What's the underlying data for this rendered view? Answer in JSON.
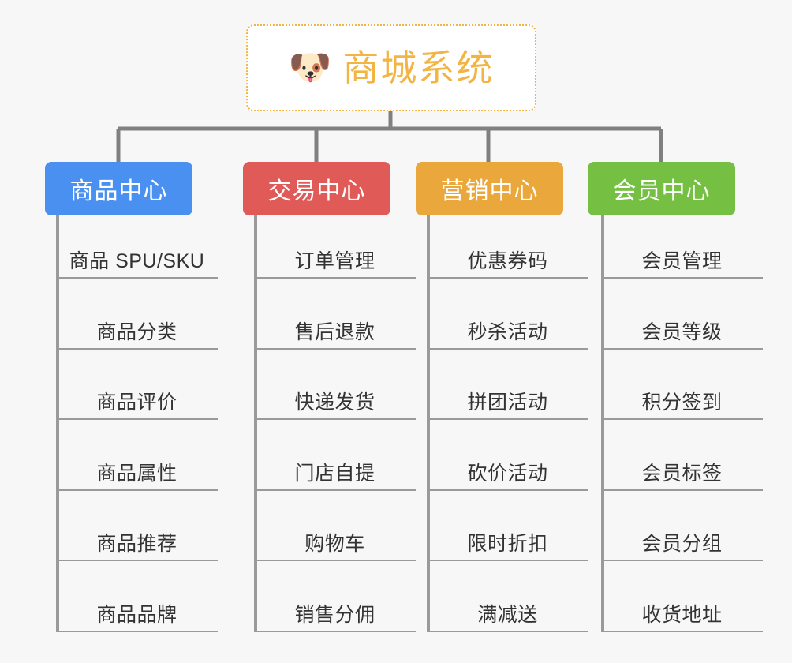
{
  "page": {
    "background_color": "#f7f7f7",
    "line_color": "#808080",
    "leaf_line_color": "#9a9a9a",
    "leaf_text_color": "#333333"
  },
  "root": {
    "icon": "dog-face-emoji",
    "icon_glyph": "🐶",
    "title": "商城系统",
    "title_color": "#f2b544",
    "border_color": "#f2b544",
    "background_color": "#ffffff"
  },
  "categories": [
    {
      "id": "product-center",
      "label": "商品中心",
      "color": "#4a90f0",
      "items": [
        "商品 SPU/SKU",
        "商品分类",
        "商品评价",
        "商品属性",
        "商品推荐",
        "商品品牌"
      ]
    },
    {
      "id": "trade-center",
      "label": "交易中心",
      "color": "#e05a58",
      "items": [
        "订单管理",
        "售后退款",
        "快递发货",
        "门店自提",
        "购物车",
        "销售分佣"
      ]
    },
    {
      "id": "marketing-center",
      "label": "营销中心",
      "color": "#eaa73c",
      "items": [
        "优惠券码",
        "秒杀活动",
        "拼团活动",
        "砍价活动",
        "限时折扣",
        "满减送"
      ]
    },
    {
      "id": "member-center",
      "label": "会员中心",
      "color": "#75c043",
      "items": [
        "会员管理",
        "会员等级",
        "积分签到",
        "会员标签",
        "会员分组",
        "收货地址"
      ]
    }
  ]
}
